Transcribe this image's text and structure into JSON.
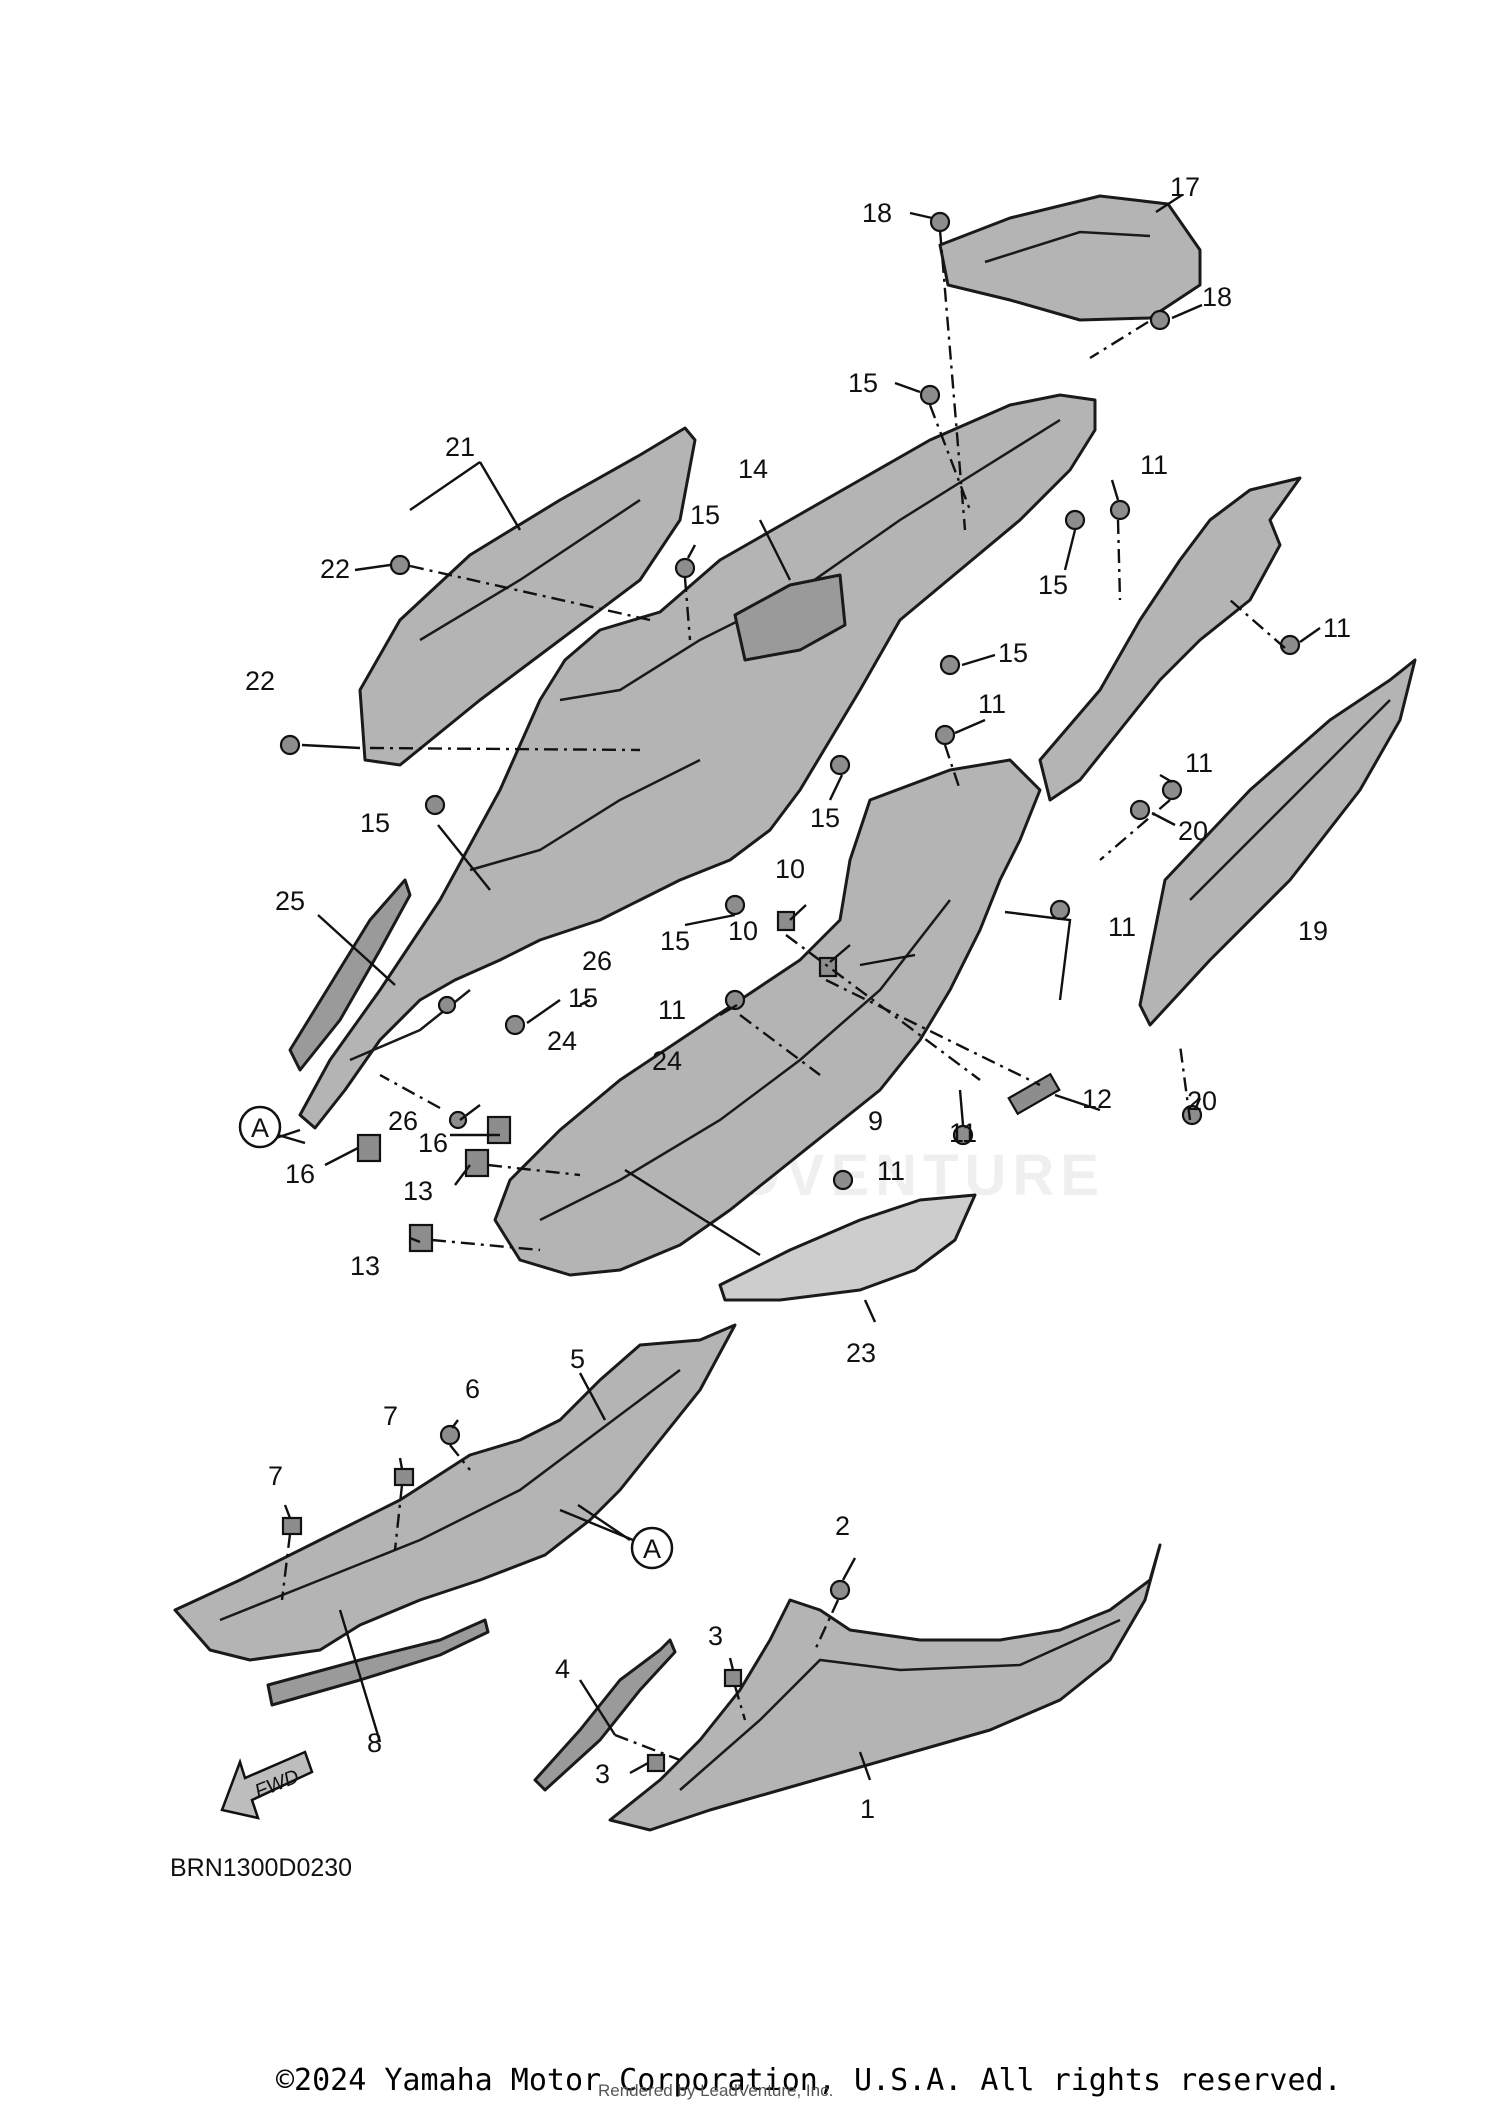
{
  "diagram_code": "BRN1300D0230",
  "fwd_label": "FWD",
  "reference_marker": "A",
  "watermark": "ADVENTURE",
  "copyright": "©2024 Yamaha Motor Corporation, U.S.A. All rights reserved.",
  "rendered_by": "Rendered by LeadVenture, Inc.",
  "callouts": {
    "c17": "17",
    "c18a": "18",
    "c18b": "18",
    "c15a": "15",
    "c21": "21",
    "c14": "14",
    "c15b": "15",
    "c22a": "22",
    "c15c": "15",
    "c11a": "11",
    "c11b": "11",
    "c15d": "15",
    "c22b": "22",
    "c11c": "11",
    "c11d": "11",
    "c15e": "15",
    "c15f": "15",
    "c20a": "20",
    "c25": "25",
    "c10a": "10",
    "c10b": "10",
    "c11e": "11",
    "c19": "19",
    "c15g": "15",
    "c26a": "26",
    "c15h": "15",
    "c11f": "11",
    "c24a": "24",
    "c24b": "24",
    "c12": "12",
    "c26b": "26",
    "c11g": "11",
    "c9": "9",
    "c20b": "20",
    "c16a": "16",
    "c16b": "16",
    "c11h": "11",
    "c13a": "13",
    "c13b": "13",
    "c23": "23",
    "c5": "5",
    "c6": "6",
    "c7a": "7",
    "c7b": "7",
    "c2": "2",
    "c3a": "3",
    "c4": "4",
    "c8": "8",
    "c3b": "3",
    "c1": "1"
  }
}
